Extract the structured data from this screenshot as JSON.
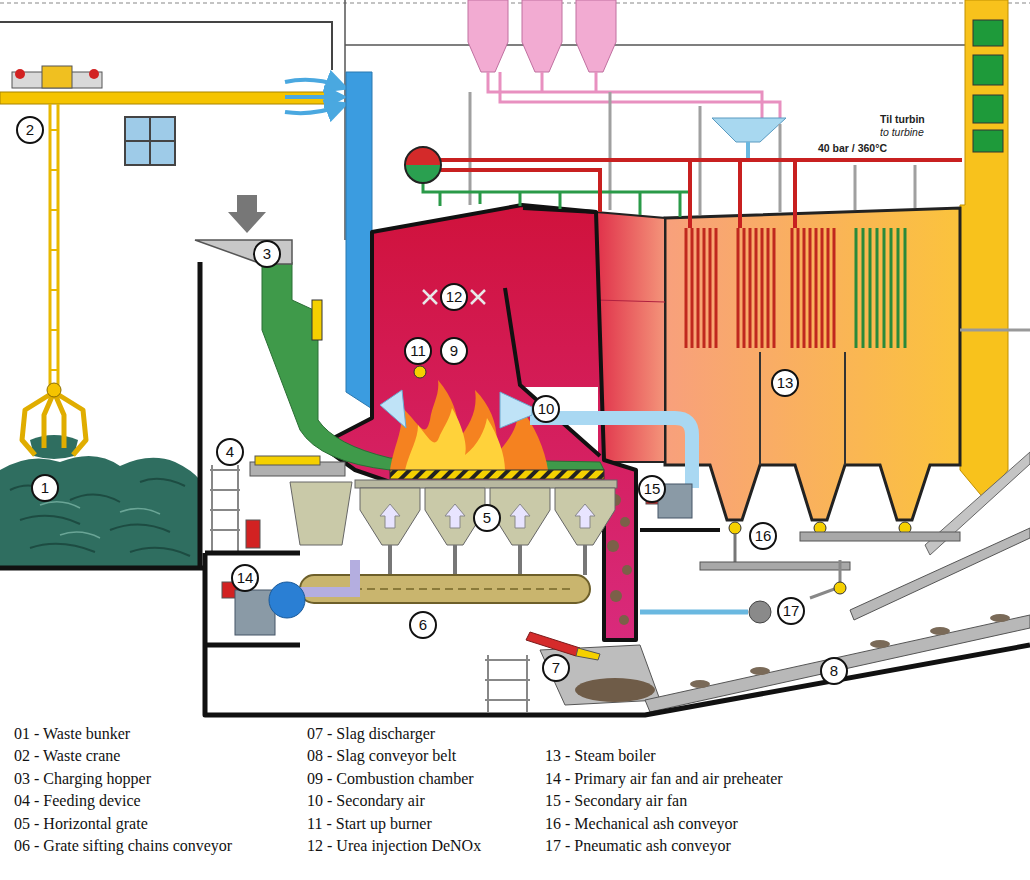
{
  "diagram": {
    "labels": [
      "1",
      "2",
      "3",
      "4",
      "5",
      "6",
      "7",
      "8",
      "9",
      "10",
      "11",
      "12",
      "13",
      "14",
      "15",
      "16",
      "17",
      "40 bar / 360°C",
      "Til turbin",
      "to turbine",
      "01 - Waste bunker",
      "02 - Waste crane",
      "03 - Charging hopper",
      "04 - Feeding device",
      "05 - Horizontal grate",
      "06 - Grate sifting chains conveyor",
      "07 - Slag discharger",
      "08 - Slag conveyor belt",
      "09 - Combustion chamber",
      "10 - Secondary air",
      "11 - Start up burner",
      "12 - Urea injection DeNOx",
      "13 - Steam boiler",
      "14 - Primary air fan and air preheater",
      "15 - Secondary air fan",
      "16 - Mechanical ash conveyor",
      "17 - Pneumatic ash conveyor"
    ]
  }
}
